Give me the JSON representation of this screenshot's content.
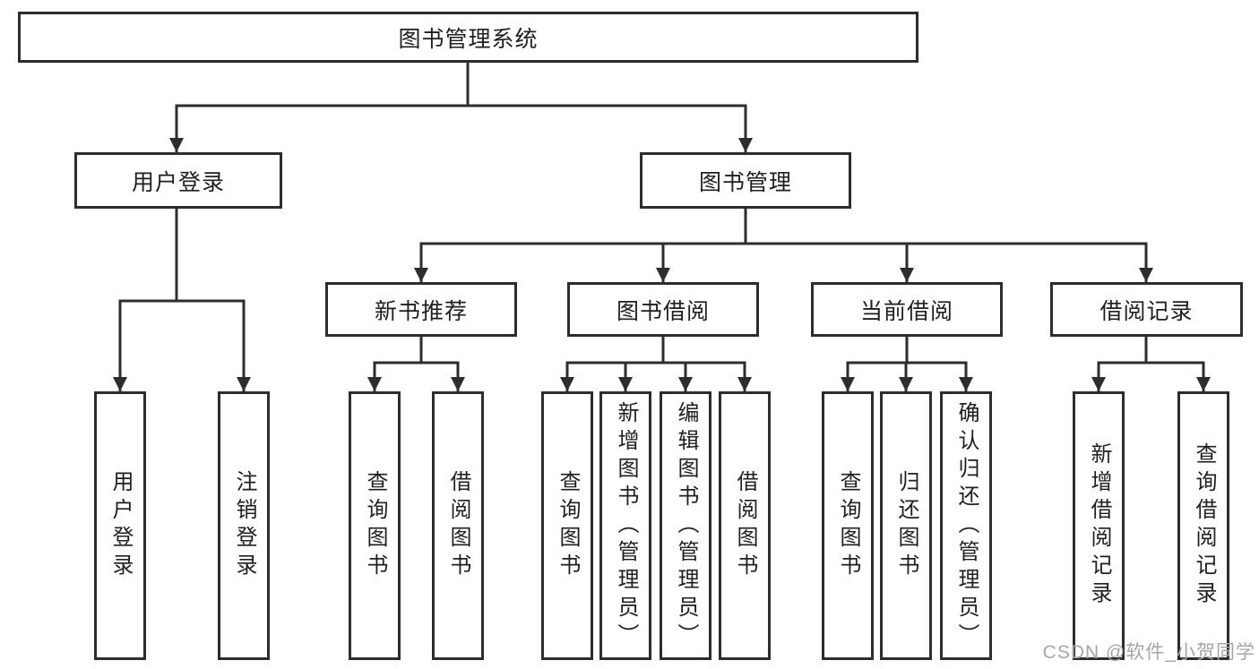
{
  "colors": {
    "line": "#2d2d2d",
    "text": "#1f1f1f",
    "watermark_gray": "#a6a6a6",
    "background": "#ffffff"
  },
  "watermark": {
    "text": "CSDN @软件_小贺同学"
  },
  "tree": {
    "label": "图书管理系统",
    "children": [
      {
        "label": "用户登录",
        "children": [
          {
            "label": "用户登录"
          },
          {
            "label": "注销登录"
          }
        ]
      },
      {
        "label": "图书管理",
        "children": [
          {
            "label": "新书推荐",
            "children": [
              {
                "label": "查询图书"
              },
              {
                "label": "借阅图书"
              }
            ]
          },
          {
            "label": "图书借阅",
            "children": [
              {
                "label": "查询图书"
              },
              {
                "label": "新增图书（管理员）"
              },
              {
                "label": "编辑图书（管理员）"
              },
              {
                "label": "借阅图书"
              }
            ]
          },
          {
            "label": "当前借阅",
            "children": [
              {
                "label": "查询图书"
              },
              {
                "label": "归还图书"
              },
              {
                "label": "确认归还（管理员）"
              }
            ]
          },
          {
            "label": "借阅记录",
            "children": [
              {
                "label": "新增借阅记录"
              },
              {
                "label": "查询借阅记录"
              }
            ]
          }
        ]
      }
    ]
  }
}
